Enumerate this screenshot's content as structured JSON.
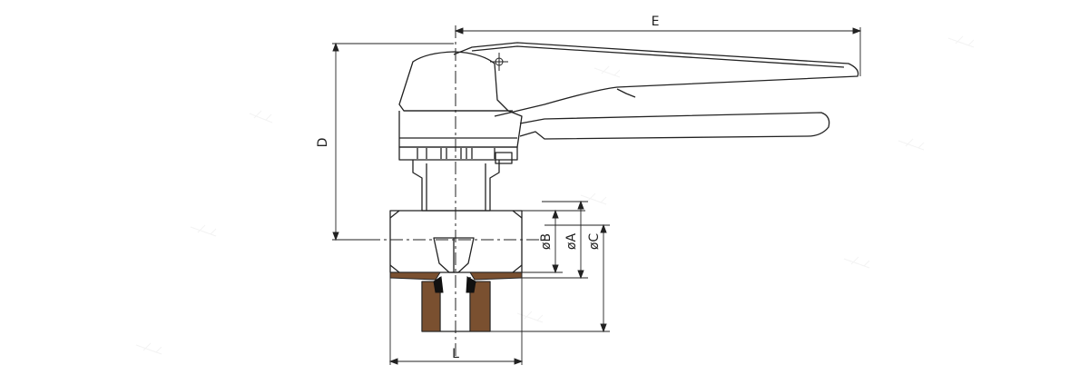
{
  "dimensions": {
    "E": "E",
    "D": "D",
    "L": "L",
    "B": "øB",
    "A": "øA",
    "C": "øC"
  },
  "colors": {
    "line": "#222222",
    "seal": "#111111",
    "hatch": "#7a5030",
    "background": "#ffffff"
  }
}
